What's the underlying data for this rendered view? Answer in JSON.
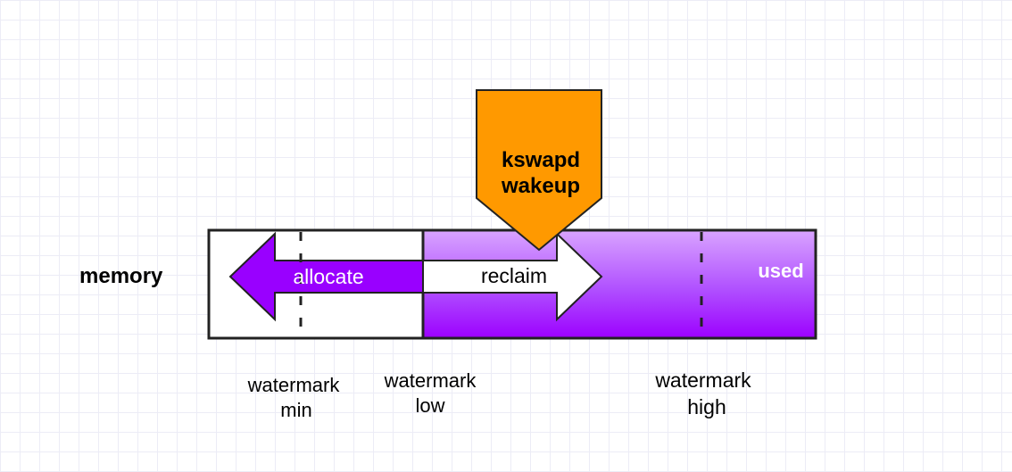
{
  "labels": {
    "memory": "memory",
    "allocate": "allocate",
    "reclaim": "reclaim",
    "used": "used",
    "kswapd_line1": "kswapd",
    "kswapd_line2": "wakeup",
    "wm_min_line1": "watermark",
    "wm_min_line2": "min",
    "wm_low_line1": "watermark",
    "wm_low_line2": "low",
    "wm_high_line1": "watermark",
    "wm_high_line2": "high"
  },
  "colors": {
    "used_top": "#d9a4ff",
    "used_bottom": "#9c00ff",
    "allocate_arrow": "#9900ff",
    "kswapd_fill": "#ff9900",
    "border": "#222222"
  }
}
